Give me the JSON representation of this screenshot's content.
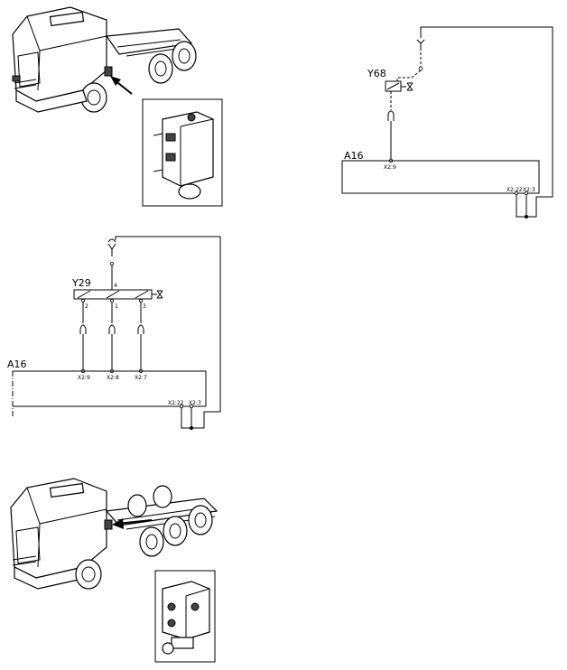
{
  "diagram_right": {
    "valve_label": "Y68",
    "unit_label": "A16",
    "pins": [
      "X2:9",
      "X2:22",
      "X2:3"
    ]
  },
  "diagram_left": {
    "valve_label": "Y29",
    "unit_label": "A16",
    "valve_pins": [
      "4",
      "2",
      "1",
      "3"
    ],
    "connector_pins": [
      "X2:9",
      "X2:8",
      "X2:7",
      "X2:22",
      "X2:3"
    ]
  }
}
